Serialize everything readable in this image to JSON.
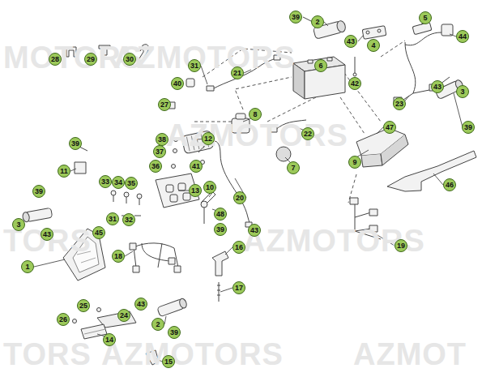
{
  "diagram": {
    "labels": [
      "MOTORS",
      "AZMOTORS",
      "AZMOTORS",
      "TORS",
      "AZMOTORS",
      "TORS",
      "AZMOTORS",
      "AZMOT",
      "39",
      "2",
      "5",
      "43",
      "4",
      "44",
      "28",
      "29",
      "30",
      "31",
      "21",
      "6",
      "40",
      "42",
      "43",
      "3",
      "23",
      "27",
      "8",
      "38",
      "12",
      "39",
      "47",
      "37",
      "22",
      "39",
      "11",
      "41",
      "9",
      "7",
      "36",
      "46",
      "33",
      "34",
      "35",
      "13",
      "10",
      "39",
      "31",
      "32",
      "48",
      "20",
      "39",
      "43",
      "3",
      "43",
      "45",
      "19",
      "16",
      "18",
      "1",
      "17",
      "43",
      "25",
      "24",
      "2",
      "26",
      "39",
      "14",
      "15"
    ]
  }
}
